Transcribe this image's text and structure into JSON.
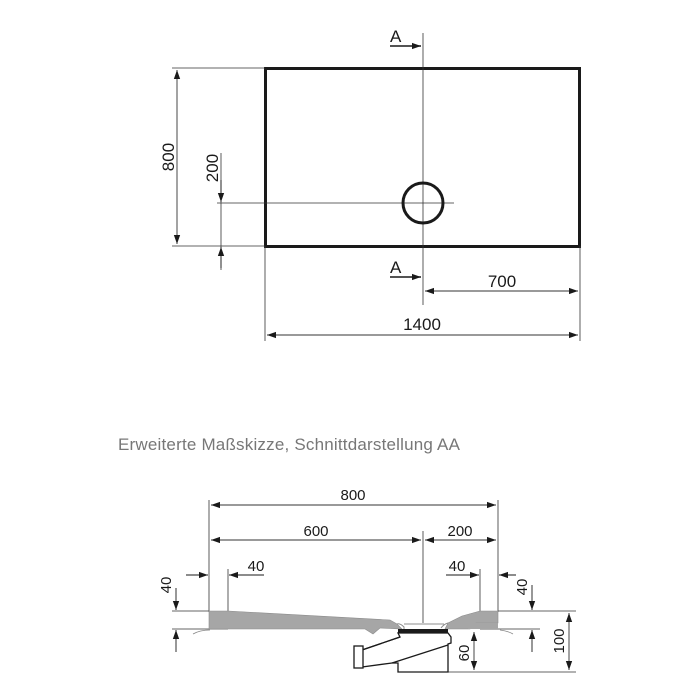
{
  "caption": "Erweiterte Maßskizze, Schnittdarstellung AA",
  "top_view": {
    "width_label": "1400",
    "height_label": "800",
    "drain_offset_x_label": "700",
    "drain_offset_y_label": "200",
    "section_marker_top": "A",
    "section_marker_bottom": "A"
  },
  "section_view": {
    "total_width_label": "800",
    "left_span_label": "600",
    "right_span_label": "200",
    "left_rim_width_label": "40",
    "right_rim_width_label": "40",
    "left_rim_height_label": "40",
    "right_rim_height_label": "40",
    "drain_height_label": "60",
    "total_height_label": "100"
  },
  "colors": {
    "line": "#1a1a1a",
    "thin_line": "#333333",
    "section_fill": "#a6a6a6",
    "caption": "#777777"
  }
}
